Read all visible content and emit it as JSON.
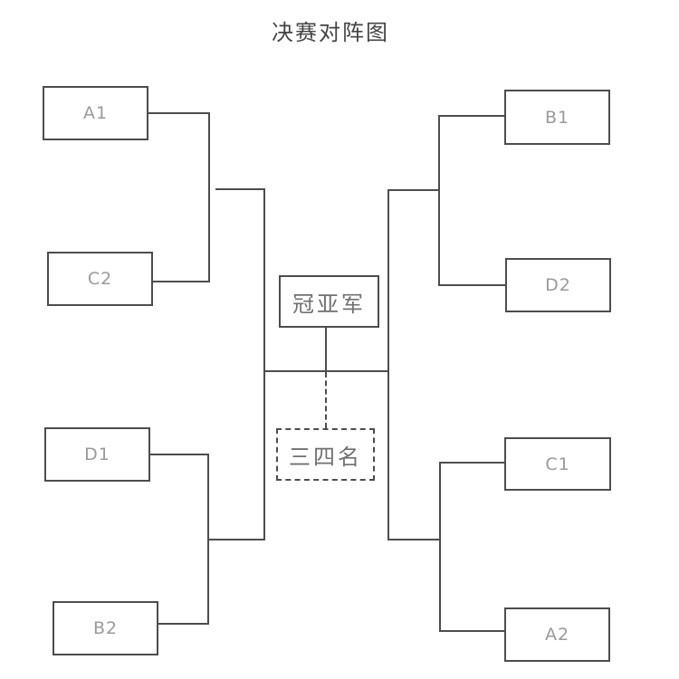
{
  "title": "决赛对阵图",
  "teams": {
    "a1": "A1",
    "c2": "C2",
    "d1": "D1",
    "b2": "B2",
    "b1": "B1",
    "d2": "D2",
    "c1": "C1",
    "a2": "A2"
  },
  "center": {
    "final_label": "冠亚军",
    "third_place_label": "三四名"
  },
  "colors": {
    "line": "#4d4d4d",
    "team_text": "#9a9a9a",
    "center_text": "#707070",
    "title_text": "#444444",
    "background": "#ffffff"
  }
}
